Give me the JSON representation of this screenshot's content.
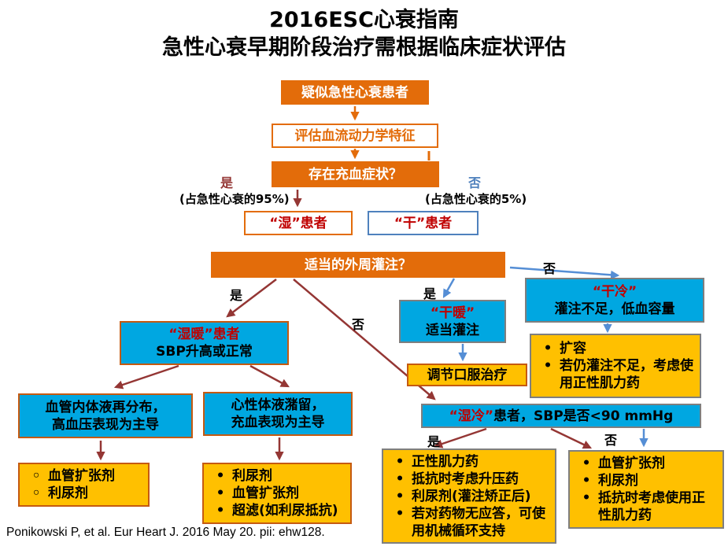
{
  "page": {
    "title_line1": "2016ESC心衰指南",
    "title_line2": "急性心衰早期阶段治疗需根据临床症状评估",
    "footer": "Ponikowski P, et al. Eur Heart J. 2016 May 20. pii: ehw128."
  },
  "colors": {
    "orange_box": "#E36C0A",
    "blue_box": "#00A7E1",
    "yellow_box": "#FFC000",
    "dark_red_arrow": "#943634",
    "red_text": "#C00000",
    "blue_label": "#4F81BD",
    "blue_arrow": "#558ED5",
    "gray_border": "#7F7F7F"
  },
  "nodes": {
    "suspect": {
      "text": "疑似急性心衰患者"
    },
    "assess": {
      "text": "评估血流动力学特征"
    },
    "congestion": {
      "text": "存在充血症状？"
    },
    "wet": {
      "text": "“湿”患者"
    },
    "dry": {
      "text": "“干”患者"
    },
    "perfusion": {
      "text": "适当的外周灌注？"
    },
    "wet_warm": {
      "title": "“湿暖”患者",
      "subtitle": "SBP升高或正常"
    },
    "dry_warm": {
      "title": "“干暖”",
      "subtitle": "适当灌注"
    },
    "dry_cold": {
      "title": "“干冷”",
      "subtitle": "灌注不足，低血容量"
    },
    "redistribution": {
      "line1": "血管内体液再分布，",
      "line2": "高血压表现为主导"
    },
    "retention": {
      "line1": "心性体液潴留，",
      "line2": "充血表现为主导"
    },
    "adjust_oral": {
      "text": "调节口服治疗"
    },
    "wet_cold": {
      "title": "“湿冷”",
      "rest": "患者，SBP是否<90 mmHg"
    },
    "vasodilator_diuretic": {
      "bullet": "◦",
      "items": [
        "血管扩张剂",
        "利尿剂"
      ]
    },
    "diuretic_list": {
      "bullet": "•",
      "items": [
        "利尿剂",
        "血管扩张剂",
        "超滤(如利尿抵抗)"
      ]
    },
    "volume_expansion": {
      "bullet": "•",
      "items": [
        "扩容",
        "若仍灌注不足，考虑使用正性肌力药"
      ]
    },
    "inotrope_list": {
      "bullet": "•",
      "items": [
        "正性肌力药",
        "抵抗时考虑升压药",
        "利尿剂(灌注矫正后)",
        "若对药物无应答，可使用机械循环支持"
      ]
    },
    "vasodilator_list2": {
      "bullet": "•",
      "items": [
        "血管扩张剂",
        "利尿剂",
        "抵抗时考虑使用正性肌力药"
      ]
    }
  },
  "labels": {
    "yes_95": "是",
    "pct_95": "(占急性心衰的95%)",
    "no_5": "否",
    "pct_5": "(占急性心衰的5%)",
    "yes_wetwarm": "是",
    "no_wetcold": "否",
    "yes_drywarm": "是",
    "no_drycold": "否",
    "yes_inotropes": "是",
    "no_vasodilators": "否"
  }
}
